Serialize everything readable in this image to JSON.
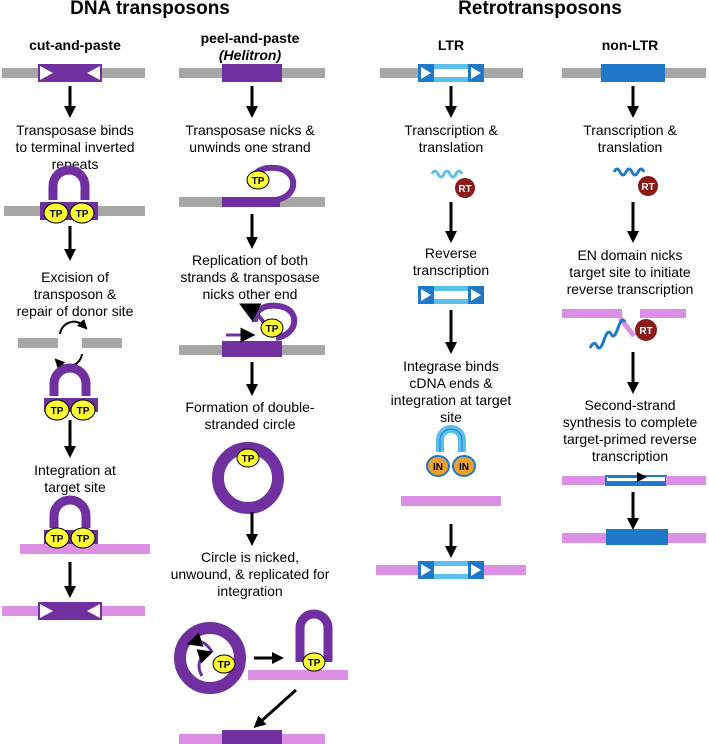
{
  "headers": {
    "dna": "DNA transposons",
    "retro": "Retrotransposons"
  },
  "columns": {
    "cut_paste": {
      "title": "cut-and-paste",
      "steps": [
        "Transposase binds\nto terminal inverted\nrepeats",
        "Excision of\ntransposon &\nrepair of donor site",
        "Integration at\ntarget site"
      ]
    },
    "peel_paste": {
      "title": "peel-and-paste",
      "subtitle": "(Helitron)",
      "steps": [
        "Transposase nicks &\nunwinds one strand",
        "Replication of both\nstrands & transposase\nnicks other end",
        "Formation of double-\nstranded circle",
        "Circle is nicked,\nunwound, & replicated for\nintegration"
      ]
    },
    "ltr": {
      "title": "LTR",
      "steps": [
        "Transcription &\ntranslation",
        "Reverse\ntranscription",
        "Integrase binds\ncDNA ends &\nintegration at target\nsite"
      ]
    },
    "non_ltr": {
      "title": "non-LTR",
      "steps": [
        "Transcription &\ntranslation",
        "EN domain nicks\ntarget site to initiate\nreverse transcription",
        "Second-strand\nsynthesis to complete\ntarget-primed reverse\ntranscription"
      ]
    }
  },
  "protein_labels": {
    "transposase": "TP",
    "reverse_transcriptase": "RT",
    "integrase": "IN"
  },
  "colors": {
    "donor_dna": "#a6a6a6",
    "target_dna": "#dd8ee5",
    "dna_transposon": "#7030a0",
    "ltr_element": "#5bc0eb",
    "ltr_dark": "#1f78c8",
    "non_ltr_element": "#1f78c8",
    "transposase": "#ffff33",
    "reverse_transcriptase": "#8b1a1a",
    "integrase": "#f0a030",
    "rna": "#5bc0eb"
  }
}
